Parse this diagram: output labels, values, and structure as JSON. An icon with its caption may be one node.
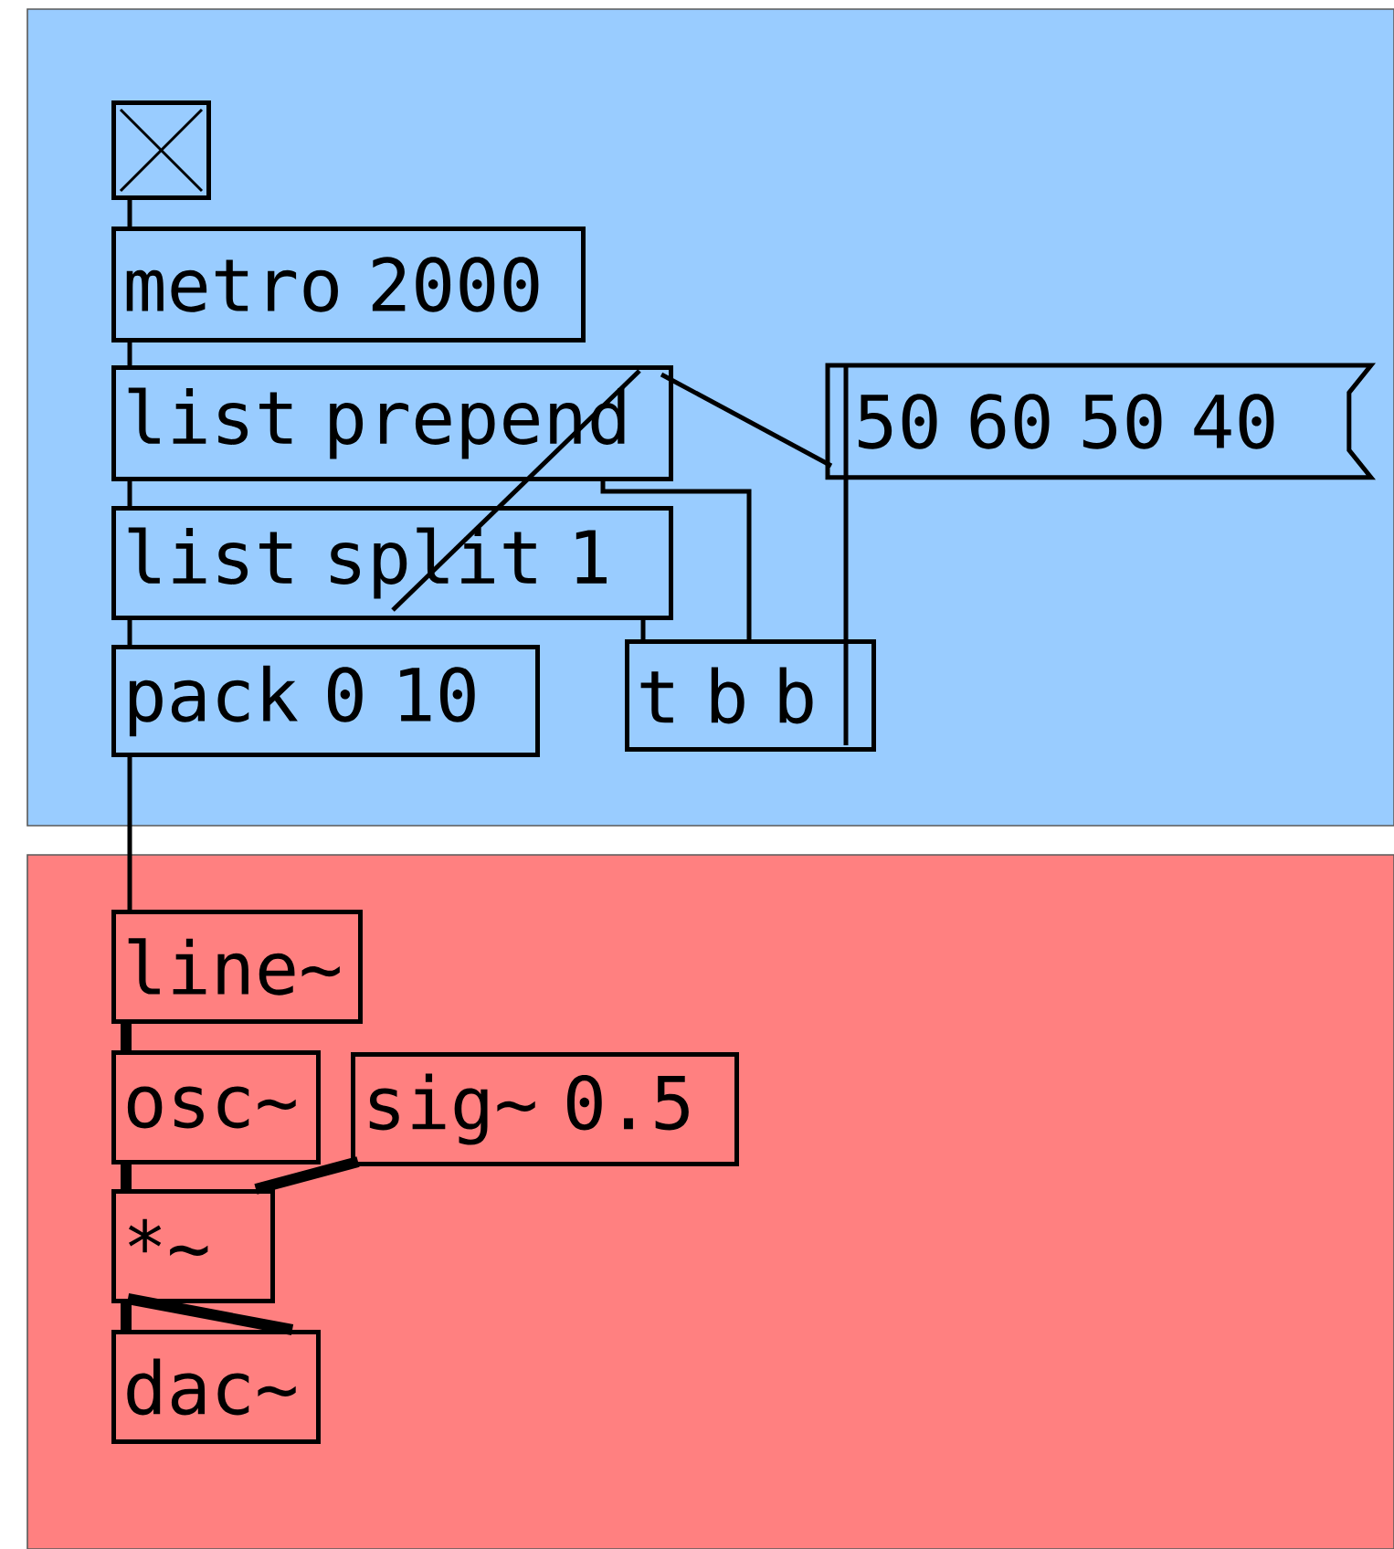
{
  "diagram": {
    "nodes": [
      {
        "text": [],
        "shape": "box"
      },
      {
        "text": [
          "metro 2000"
        ]
      },
      {
        "text": [
          "list prepend"
        ]
      },
      {
        "text": [
          "50 60 50 40"
        ]
      },
      {
        "text": [
          "list split 1"
        ]
      },
      {
        "text": [
          "pack 0 10"
        ]
      },
      {
        "text": [
          "t b b"
        ]
      },
      {
        "text": [
          "line~"
        ]
      },
      {
        "text": [
          "osc~"
        ]
      },
      {
        "text": [
          "sig~ 0.5"
        ]
      },
      {
        "text": [
          "*~"
        ]
      },
      {
        "text": [
          "dac~"
        ]
      }
    ],
    "edges": [
      {
        "from": 0,
        "to": 1,
        "arrow": "none"
      },
      {
        "from": 1,
        "to": 2,
        "arrow": "none"
      },
      {
        "from": 2,
        "to": 4,
        "arrow": "none"
      },
      {
        "from": 6,
        "to": 2,
        "arrow": "none"
      },
      {
        "from": 4,
        "to": 2,
        "arrow": "none"
      },
      {
        "from": 3,
        "to": 2,
        "arrow": "none"
      },
      {
        "from": 6,
        "to": 3,
        "arrow": "none"
      },
      {
        "from": 4,
        "to": 5,
        "arrow": "none"
      },
      {
        "from": 4,
        "to": 6,
        "arrow": "none"
      },
      {
        "from": 5,
        "to": 7,
        "arrow": "none"
      },
      {
        "from": 7,
        "to": 8,
        "arrow": "none",
        "style": "thick"
      },
      {
        "from": 8,
        "to": 10,
        "arrow": "none",
        "style": "thick"
      },
      {
        "from": 9,
        "to": 10,
        "arrow": "none",
        "style": "thick"
      },
      {
        "from": 10,
        "to": 11,
        "arrow": "none",
        "style": "thick"
      },
      {
        "from": 10,
        "to": 11,
        "arrow": "none",
        "style": "thick"
      }
    ]
  }
}
